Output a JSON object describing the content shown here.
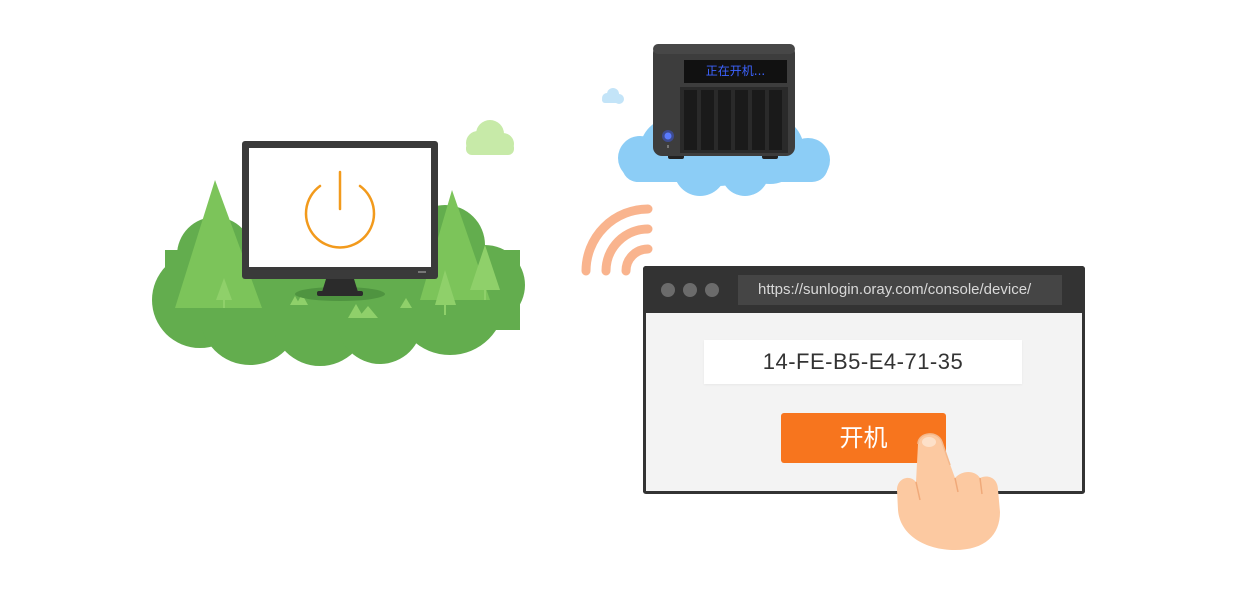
{
  "nas": {
    "status_text": "正在开机..."
  },
  "browser": {
    "url": "https://sunlogin.oray.com/console/device/",
    "mac_address": "14-FE-B5-E4-71-35",
    "power_on_label": "开机"
  },
  "colors": {
    "accent": "#f7751e",
    "forest_green": "#63ad4e",
    "cloud_blue": "#8ccdf6",
    "monitor_frame": "#3a3a3a",
    "power_icon": "#f29a1c",
    "signal": "#f9b48e",
    "lcd_text": "#3d63ff"
  },
  "icons": {
    "monitor_power": "power-icon",
    "signal": "wifi-signal-icon",
    "hand": "pointing-hand-icon"
  }
}
